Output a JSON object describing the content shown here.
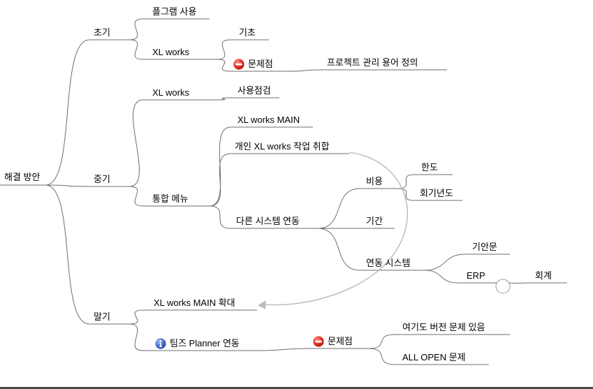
{
  "map": {
    "root": "해결 방안",
    "early": {
      "label": "초기",
      "program_use": "플그램 사용",
      "xlworks": {
        "label": "XL works",
        "basics": "기초",
        "problems": {
          "label": "문제점",
          "icon": "stop-icon",
          "pm_terms": "프로젝트 관리 용어 정의"
        }
      }
    },
    "mid": {
      "label": "중기",
      "xlworks": {
        "label": "XL works",
        "usage_check": "사용점검"
      },
      "integrated_menu": {
        "label": "통합 메뉴",
        "xlworks_main": "XL works MAIN",
        "personal_agg": "개인 XL works 작업 취합",
        "other_system": {
          "label": "다른 시스템 연동",
          "cost": {
            "label": "비용",
            "limit": "한도",
            "fiscal_year": "회기년도"
          },
          "period": "기간",
          "linked_systems": {
            "label": "연동 시스템",
            "draft_doc": "기안문",
            "erp": {
              "label": "ERP",
              "accounting": "회계"
            }
          }
        }
      }
    },
    "late": {
      "label": "말기",
      "xlworks_main_expand": "XL works MAIN 확대",
      "teams_planner": {
        "label": "팀즈 Planner 연동",
        "icon": "info-icon",
        "problems": {
          "label": "문제점",
          "icon": "stop-icon",
          "version_problem": "여기도 버전 문제 있음",
          "all_open": "ALL OPEN 문제"
        }
      }
    }
  },
  "icons": {
    "problem": "stop-icon",
    "info": "info-icon",
    "fold": "fold-circle-icon"
  },
  "colors": {
    "edge": "#6e6e6e",
    "link_arrow": "#bdbdbd",
    "problem_icon_red": "#e03125",
    "info_icon_blue": "#4a72cf",
    "text": "#000000",
    "background": "#ffffff"
  }
}
